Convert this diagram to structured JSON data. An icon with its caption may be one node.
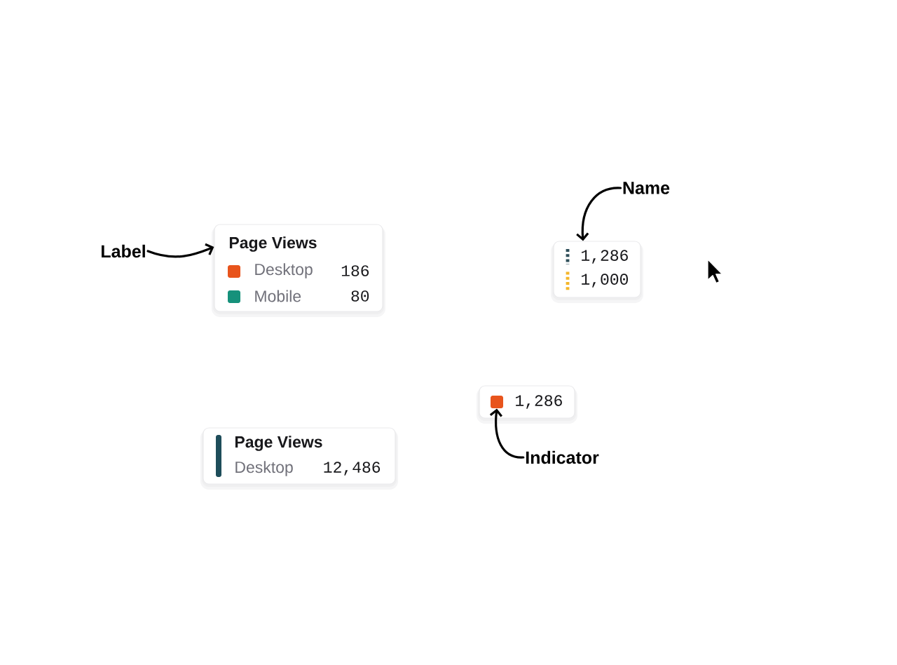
{
  "diagram": {
    "nodes": [
      {
        "text": [
          "Page Views",
          "Desktop",
          "186",
          "Mobile",
          "80"
        ]
      },
      {
        "text": [
          "Label"
        ]
      },
      {
        "text": [
          "1,286",
          "1,000"
        ]
      },
      {
        "text": [
          "Name"
        ]
      },
      {
        "text": [
          "Page Views",
          "Desktop",
          "12,486"
        ]
      },
      {
        "text": [
          "1,286"
        ]
      },
      {
        "text": [],
        "shape": "box",
        "in": 5
      },
      {
        "text": [
          "Indicator"
        ]
      }
    ],
    "edges": [
      {
        "from": 1,
        "to": 0,
        "arrow": "to"
      },
      {
        "from": 3,
        "to": 2,
        "arrow": "to"
      },
      {
        "from": 7,
        "to": 6,
        "arrow": "to"
      }
    ]
  }
}
